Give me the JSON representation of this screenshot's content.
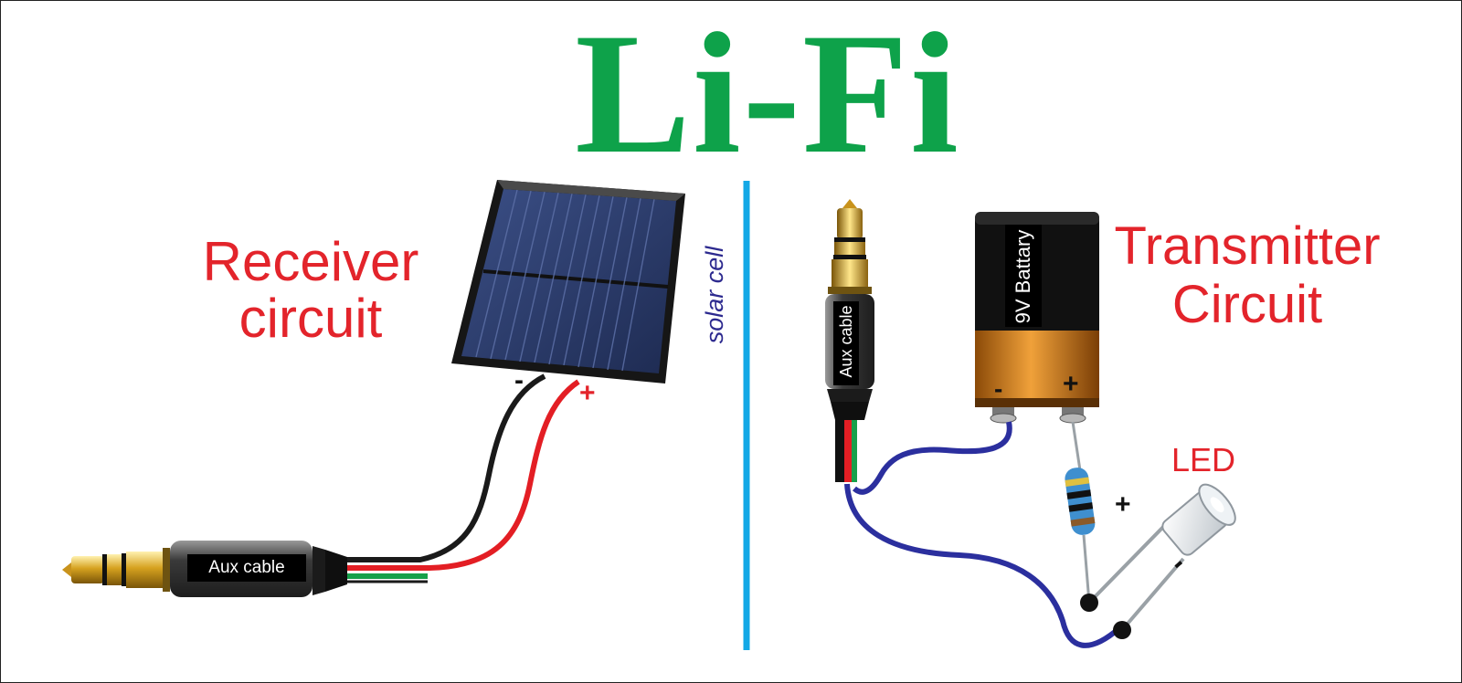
{
  "title": "Li-Fi",
  "receiver": {
    "label_line1": "Receiver",
    "label_line2": "circuit",
    "solar_cell_label": "solar cell",
    "solar_minus": "-",
    "solar_plus": "+",
    "aux_cable_label": "Aux cable"
  },
  "transmitter": {
    "label_line1": "Transmitter",
    "label_line2": "Circuit",
    "battery_label": "9V Battary",
    "battery_minus": "-",
    "battery_plus": "+",
    "aux_cable_label": "Aux cable",
    "led_label": "LED",
    "led_plus": "+",
    "led_minus": "-"
  },
  "colors": {
    "title_green": "#0ea24a",
    "label_red": "#e3242b",
    "divider_blue": "#13a8e6",
    "wire_blue": "#2b2f9e",
    "wire_red": "#e31e24",
    "wire_black": "#1a1a1a",
    "wire_green": "#17a04a",
    "solar_text": "#2d2a8f"
  }
}
